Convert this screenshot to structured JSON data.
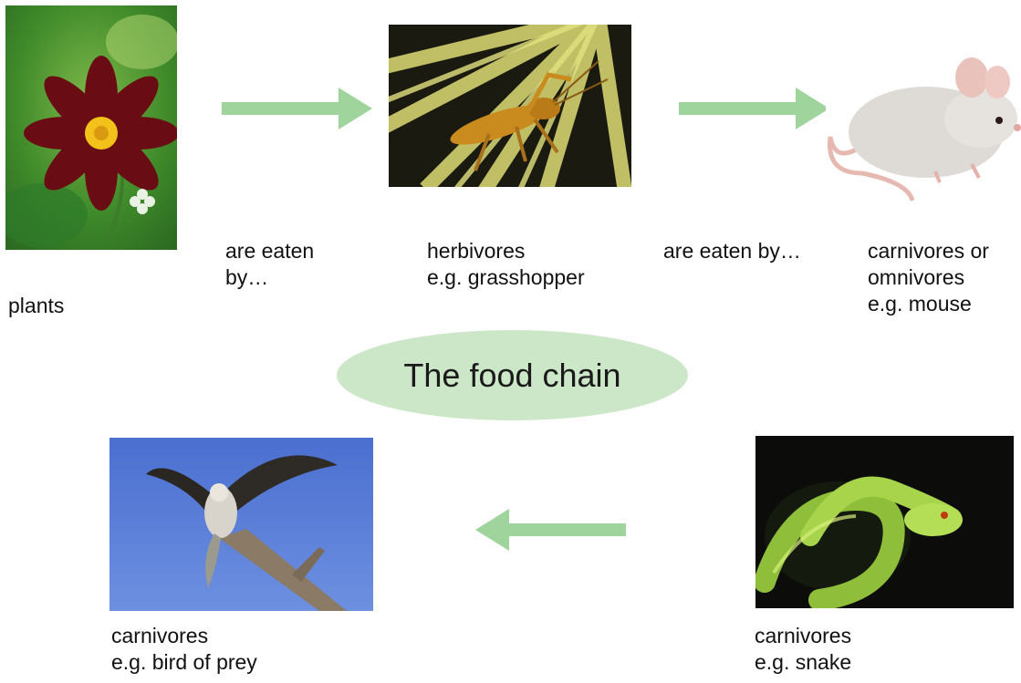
{
  "title": "The food chain",
  "colors": {
    "arrow": "#9fd49c",
    "ellipse": "#cce7c8"
  },
  "images": {
    "plant": "flower-photo",
    "grasshopper": "grasshopper-photo",
    "mouse": "mouse-photo",
    "snake": "snake-photo",
    "bird": "bird-of-prey-photo"
  },
  "labels": {
    "plants": "plants",
    "eaten_by_1": [
      "are eaten",
      "by…"
    ],
    "herbivores": [
      "herbivores",
      "e.g. grasshopper"
    ],
    "eaten_by_2": "are eaten by…",
    "mouse": [
      "carnivores or",
      "omnivores",
      "e.g. mouse"
    ],
    "snake": [
      "carnivores",
      "e.g. snake"
    ],
    "bird": [
      "carnivores",
      "e.g. bird of prey"
    ]
  }
}
